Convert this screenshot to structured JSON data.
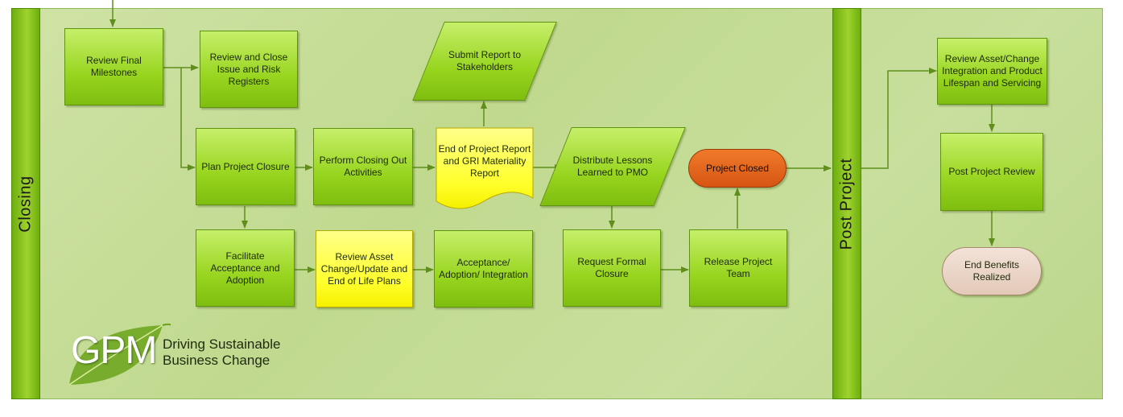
{
  "lanes": {
    "closing": "Closing",
    "post_project": "Post Project"
  },
  "nodes": {
    "review_final_milestones": "Review Final Milestones",
    "review_close_registers": "Review and Close Issue and Risk Registers",
    "submit_report": "Submit Report to Stakeholders",
    "plan_project_closure": "Plan Project Closure",
    "perform_closing": "Perform Closing Out Activities",
    "end_of_project_report": "End of Project Report and GRI Materiality Report",
    "distribute_lessons": "Distribute Lessons Learned to PMO",
    "project_closed": "Project Closed",
    "facilitate_acceptance": "Facilitate Acceptance and Adoption",
    "review_asset_change": "Review Asset Change/Update and End of Life Plans",
    "acceptance_adoption": "Acceptance/ Adoption/ Integration",
    "request_formal_closure": "Request Formal Closure",
    "release_project_team": "Release Project Team",
    "review_asset_integration": "Review Asset/Change Integration and Product Lifespan and Servicing",
    "post_project_review": "Post Project Review",
    "end_benefits": "End Benefits Realized"
  },
  "logo": {
    "mark": "GPM",
    "tagline_line1": "Driving Sustainable",
    "tagline_line2": "Business Change"
  },
  "colors": {
    "process_green": "#98d51f",
    "highlight_yellow": "#ffff2a",
    "terminal_orange": "#d65512",
    "terminal_beige": "#e3c9b8",
    "lane_green": "#8cc61e",
    "background": "#c6dd98"
  }
}
